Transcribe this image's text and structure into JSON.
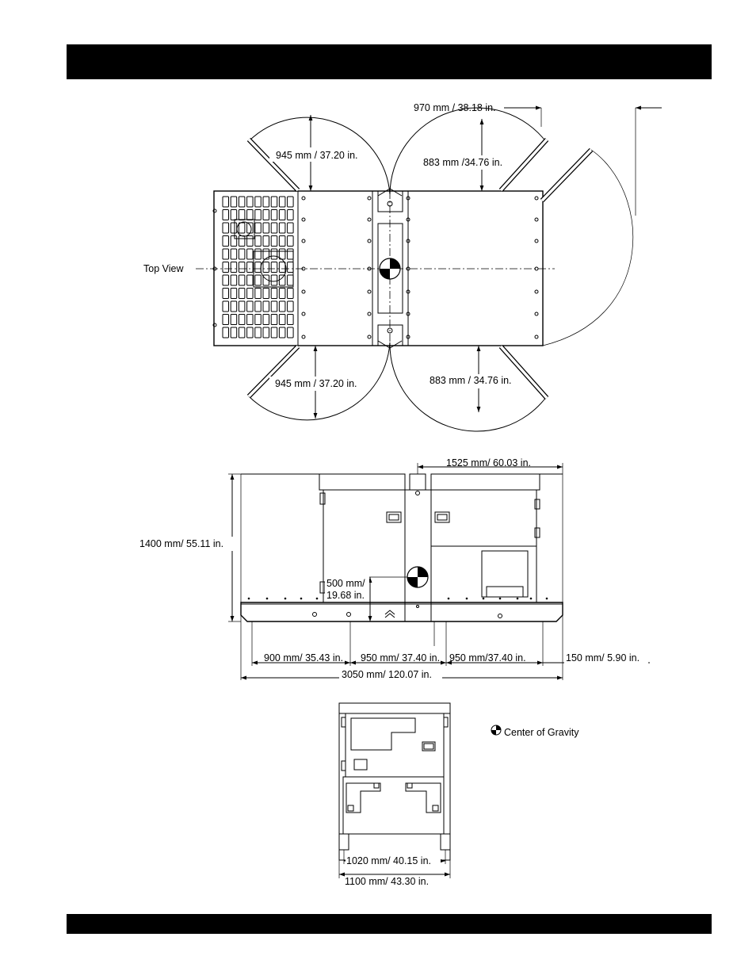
{
  "header_bar": "",
  "footer_bar": "",
  "top_view": {
    "label": "Top View",
    "dim_overall_door_swing": "970 mm / 38.18 in.",
    "dim_left_door_top": "945 mm / 37.20 in.",
    "dim_right_door_top": "883 mm /34.76 in.",
    "dim_left_door_bottom": "945 mm / 37.20 in.",
    "dim_right_door_bottom": "883 mm / 34.76 in."
  },
  "side_view": {
    "dim_height": "1400 mm/ 55.11 in.",
    "dim_top_right": "1525 mm/ 60.03 in.",
    "dim_cog_height_line1": "500 mm/",
    "dim_cog_height_line2": "19.68 in.",
    "dim_seg1": "900 mm/ 35.43 in.",
    "dim_seg2": "950 mm/ 37.40 in.",
    "dim_seg3": "950 mm/37.40 in.",
    "dim_seg4": "150 mm/ 5.90 in.",
    "dim_overall_length": "3050 mm/ 120.07 in."
  },
  "end_view": {
    "dim_inner_width": "1020 mm/ 40.15 in.",
    "dim_overall_width": "1100 mm/ 43.30 in."
  },
  "legend": {
    "icon": "center-of-gravity-icon",
    "label": "Center of Gravity"
  }
}
